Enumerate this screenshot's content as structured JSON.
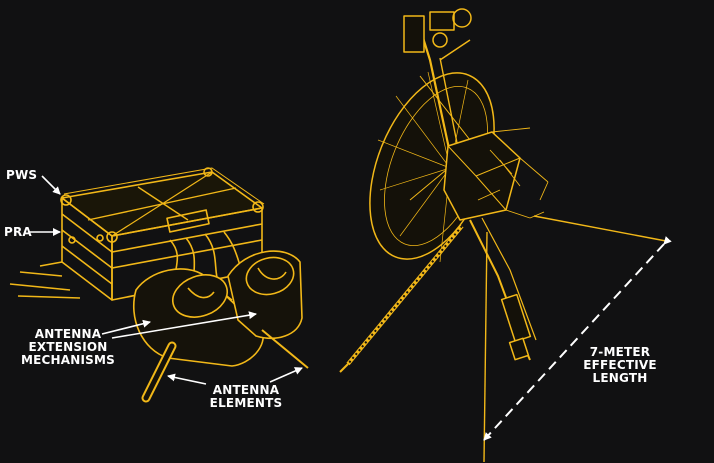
{
  "labels": {
    "pws": "PWS",
    "pra": "PRA",
    "mechanisms_l1": "ANTENNA",
    "mechanisms_l2": "EXTENSION",
    "mechanisms_l3": "MECHANISMS",
    "elements_l1": "ANTENNA",
    "elements_l2": "ELEMENTS",
    "length_l1": "7-METER",
    "length_l2": "EFFECTIVE",
    "length_l3": "LENGTH"
  },
  "colors": {
    "background": "#111112",
    "drawing": "#f2b818",
    "label": "#ffffff"
  }
}
